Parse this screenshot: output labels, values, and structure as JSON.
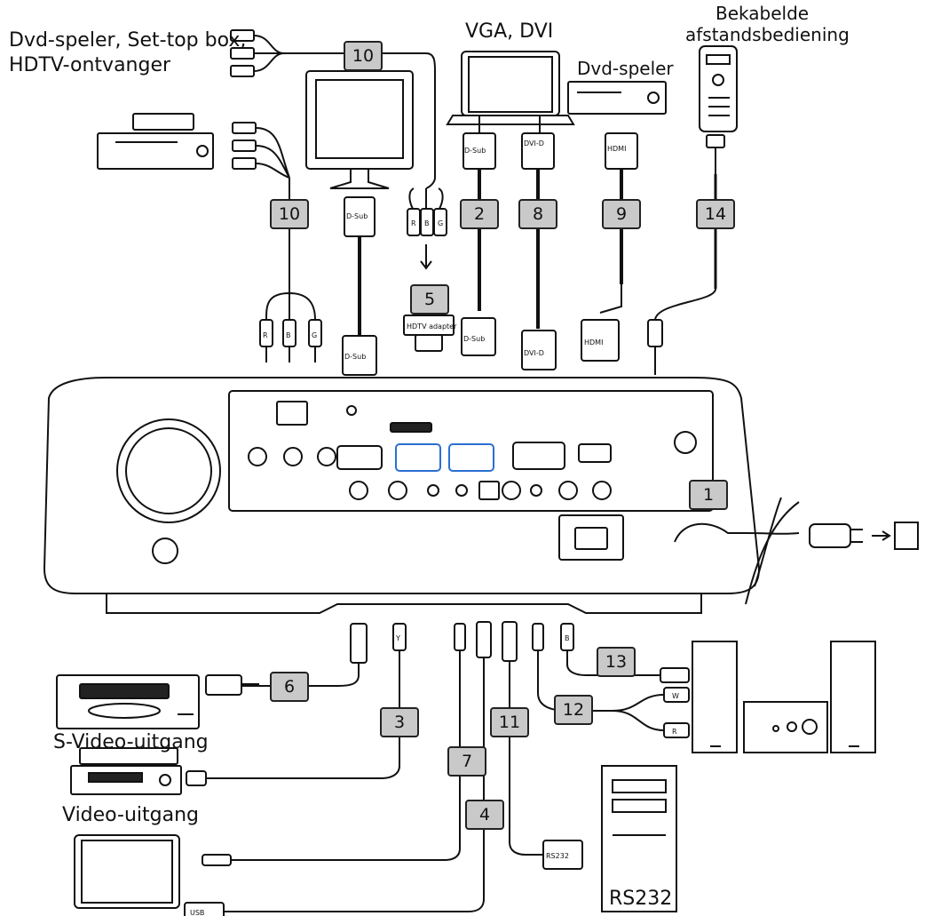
{
  "labels": {
    "dvd_settop_hdtv_line1": "Dvd-speler, Set-top box,",
    "dvd_settop_hdtv_line2": "HDTV-ontvanger",
    "vga_dvi": "VGA, DVI",
    "dvd_speler": "Dvd-speler",
    "wired_remote_line1": "Bekabelde",
    "wired_remote_line2": "afstandsbediening",
    "svideo_out": "S-Video-uitgang",
    "video_out": "Video-uitgang",
    "rs232": "RS232"
  },
  "cables": {
    "c1": "1",
    "c2": "2",
    "c3": "3",
    "c4": "4",
    "c5": "5",
    "c6": "6",
    "c7": "7",
    "c8": "8",
    "c9": "9",
    "c10a": "10",
    "c10b": "10",
    "c11": "11",
    "c12": "12",
    "c13": "13",
    "c14": "14"
  },
  "plugs": {
    "dsub": "D-Sub",
    "dvid": "DVI-D",
    "hdmi": "HDMI",
    "hdtv_adapter": "HDTV adapter",
    "usb": "USB",
    "rs232": "RS232",
    "r": "R",
    "g": "G",
    "b": "B",
    "y": "Y",
    "w": "W"
  }
}
